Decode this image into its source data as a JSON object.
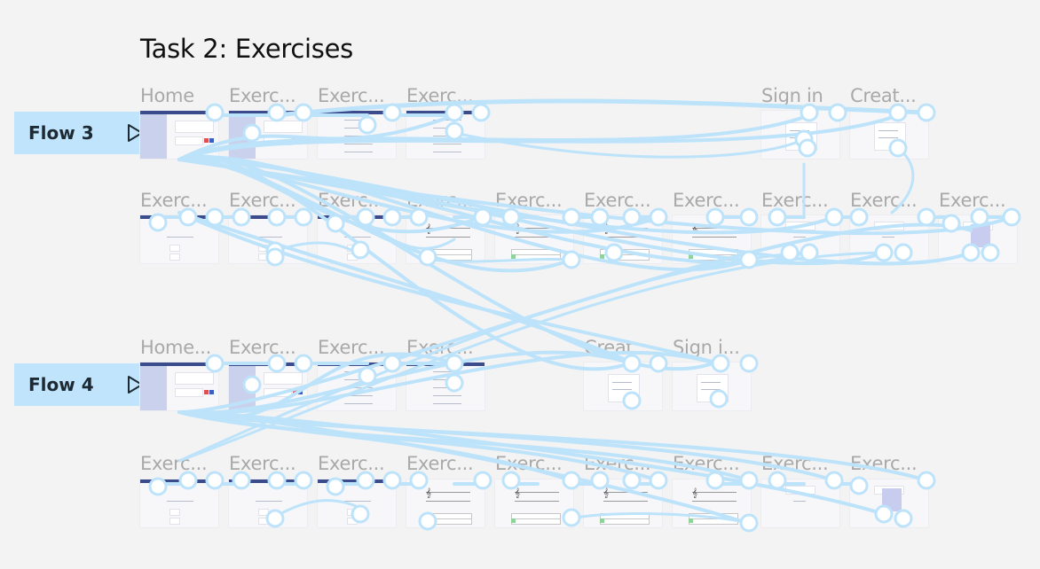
{
  "section_title": "Task 2: Exercises",
  "colors": {
    "background": "#f3f3f3",
    "connector": "#bde3fb",
    "flow_tag": "#bfe4fb"
  },
  "flows": [
    {
      "label": "Flow 3",
      "icon": "play-outline-icon"
    },
    {
      "label": "Flow 4",
      "icon": "play-outline-icon"
    }
  ],
  "frames": [
    {
      "label": "Home",
      "kind": "home"
    },
    {
      "label": "Exerc...",
      "kind": "home"
    },
    {
      "label": "Exerc...",
      "kind": "menu"
    },
    {
      "label": "Exerc...",
      "kind": "menu-tall"
    },
    {
      "label": "Sign in",
      "kind": "form"
    },
    {
      "label": "Creat...",
      "kind": "form"
    },
    {
      "label": "Exerc...",
      "kind": "simple"
    },
    {
      "label": "Exerc...",
      "kind": "simple"
    },
    {
      "label": "Exerc...",
      "kind": "simple"
    },
    {
      "label": "Exerc...",
      "kind": "staff"
    },
    {
      "label": "Exerc...",
      "kind": "staff"
    },
    {
      "label": "Exerc...",
      "kind": "staff"
    },
    {
      "label": "Exerc...",
      "kind": "staff"
    },
    {
      "label": "Exerc...",
      "kind": "score"
    },
    {
      "label": "Exerc...",
      "kind": "score"
    },
    {
      "label": "Exerc...",
      "kind": "score-blue"
    },
    {
      "label": "Home...",
      "kind": "home"
    },
    {
      "label": "Exerc...",
      "kind": "home"
    },
    {
      "label": "Exerc...",
      "kind": "menu"
    },
    {
      "label": "Exerc...",
      "kind": "menu-tall"
    },
    {
      "label": "Creat...",
      "kind": "form"
    },
    {
      "label": "Sign i...",
      "kind": "form"
    },
    {
      "label": "Exerc...",
      "kind": "simple"
    },
    {
      "label": "Exerc...",
      "kind": "simple"
    },
    {
      "label": "Exerc...",
      "kind": "simple"
    },
    {
      "label": "Exerc...",
      "kind": "staff"
    },
    {
      "label": "Exerc...",
      "kind": "staff"
    },
    {
      "label": "Exerc...",
      "kind": "staff"
    },
    {
      "label": "Exerc...",
      "kind": "staff"
    },
    {
      "label": "Exerc...",
      "kind": "score"
    },
    {
      "label": "Exerc...",
      "kind": "score-blue"
    }
  ]
}
